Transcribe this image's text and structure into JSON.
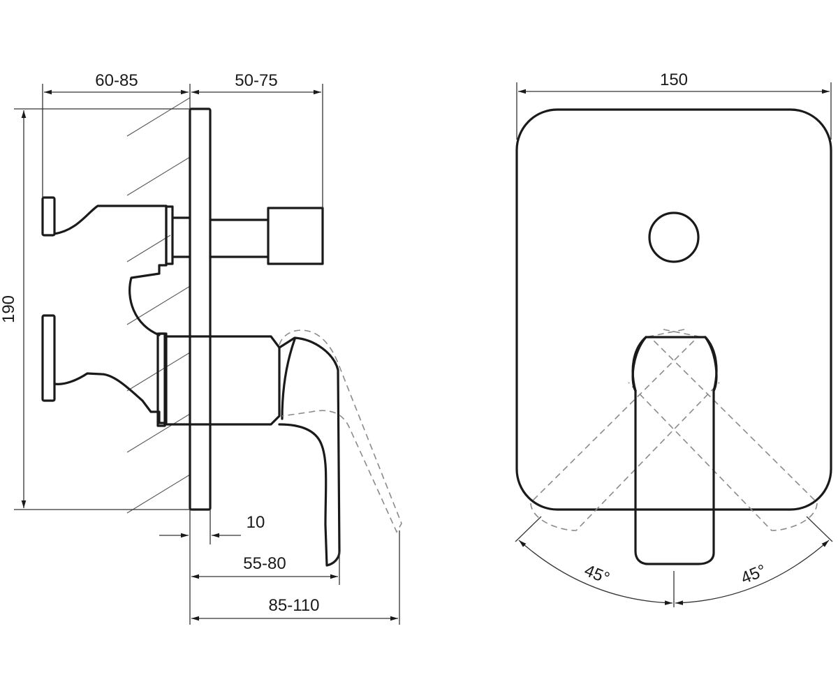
{
  "side_view": {
    "dim_wall_depth": "60-85",
    "dim_diverter_length": "50-75",
    "dim_height": "190",
    "dim_plate_thickness": "10",
    "dim_lever_projection": "55-80",
    "dim_total_projection": "85-110"
  },
  "front_view": {
    "dim_width": "150",
    "dim_angle_left": "45°",
    "dim_angle_right": "45°"
  }
}
